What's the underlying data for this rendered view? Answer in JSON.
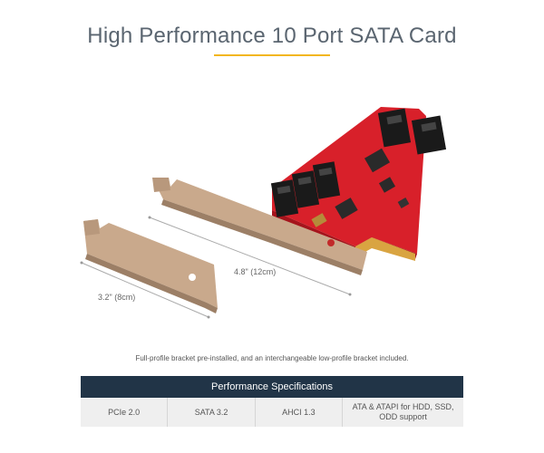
{
  "header": {
    "title": "High Performance 10 Port SATA Card"
  },
  "product_image": {
    "dimension_long": "4.8\" (12cm)",
    "dimension_short": "3.2\" (8cm)"
  },
  "caption": "Full-profile bracket pre-installed, and an interchangeable low-profile bracket included.",
  "specs": {
    "heading": "Performance Specifications",
    "cells": [
      "PCIe 2.0",
      "SATA 3.2",
      "AHCI 1.3",
      "ATA & ATAPI for HDD, SSD, ODD support"
    ]
  },
  "colors": {
    "accent": "#f2b61c",
    "header_bg": "#213447",
    "pcb_red": "#d8202a"
  }
}
